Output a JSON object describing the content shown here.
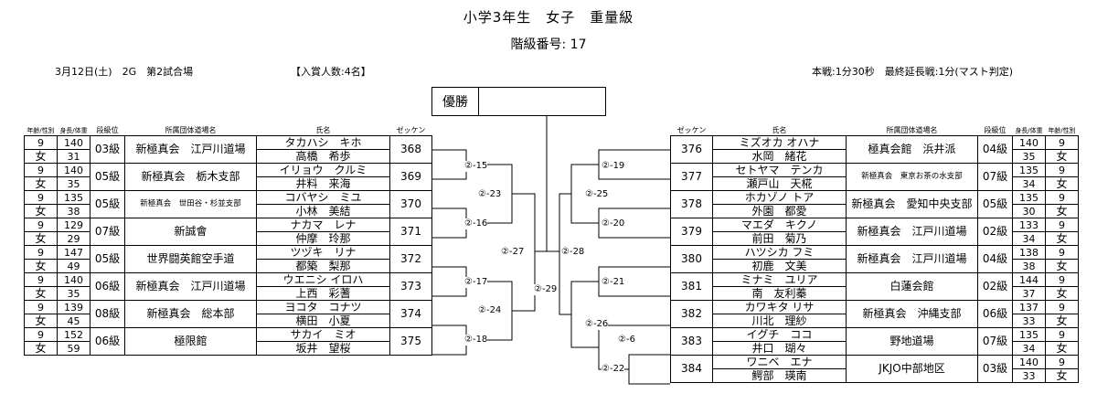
{
  "header": {
    "title": "小学3年生　女子　重量級",
    "class_no": "階級番号:  17",
    "date_line": "3月12日(土)　2G　第2試合場",
    "winners": "【入賞人数:4名】",
    "rules": "本戦:1分30秒　最終延長戦:1分(マスト判定)",
    "champion_label": "優勝"
  },
  "columns_left": {
    "age_sex": "年齢/性別",
    "body": "身長/体重",
    "rank": "段級位",
    "dojo": "所属団体道場名",
    "name": "氏名",
    "bib": "ゼッケン"
  },
  "columns_right": {
    "bib": "ゼッケン",
    "name": "氏名",
    "dojo": "所属団体道場名",
    "rank": "段級位",
    "body": "身長/体重",
    "age_sex": "年齢/性別"
  },
  "left_entries": [
    {
      "age": "9",
      "sex": "女",
      "height": "140",
      "weight": "31",
      "rank": "03級",
      "dojo": "新極真会　江戸川道場",
      "kana": "タカハシ　キホ",
      "kanji": "高橋　希歩",
      "bib": "368"
    },
    {
      "age": "9",
      "sex": "女",
      "height": "140",
      "weight": "35",
      "rank": "05級",
      "dojo": "新極真会　栃木支部",
      "kana": "イリョウ　クルミ",
      "kanji": "井料　来海",
      "bib": "369"
    },
    {
      "age": "9",
      "sex": "女",
      "height": "135",
      "weight": "38",
      "rank": "05級",
      "dojo": "新極真会　世田谷・杉並支部",
      "kana": "コバヤシ　ミユ",
      "kanji": "小林　美結",
      "bib": "370"
    },
    {
      "age": "9",
      "sex": "女",
      "height": "129",
      "weight": "29",
      "rank": "07級",
      "dojo": "新誠會",
      "kana": "ナカマ　レナ",
      "kanji": "仲摩　玲那",
      "bib": "371"
    },
    {
      "age": "9",
      "sex": "女",
      "height": "147",
      "weight": "49",
      "rank": "05級",
      "dojo": "世界闘英館空手道",
      "kana": "ツヅキ　リナ",
      "kanji": "都築　梨那",
      "bib": "372"
    },
    {
      "age": "9",
      "sex": "女",
      "height": "140",
      "weight": "35",
      "rank": "06級",
      "dojo": "新極真会　江戸川道場",
      "kana": "ウエニシ イロハ",
      "kanji": "上西　彩蓍",
      "bib": "373"
    },
    {
      "age": "9",
      "sex": "女",
      "height": "139",
      "weight": "45",
      "rank": "08級",
      "dojo": "新極真会　総本部",
      "kana": "ヨコタ　コナツ",
      "kanji": "横田　小夏",
      "bib": "374"
    },
    {
      "age": "9",
      "sex": "女",
      "height": "152",
      "weight": "59",
      "rank": "06級",
      "dojo": "極限館",
      "kana": "サカイ　ミオ",
      "kanji": "坂井　望桜",
      "bib": "375"
    }
  ],
  "right_entries": [
    {
      "bib": "376",
      "kana": "ミズオカ オハナ",
      "kanji": "水岡　緒花",
      "dojo": "極真会館　浜井派",
      "rank": "04級",
      "height": "140",
      "weight": "35",
      "age": "9",
      "sex": "女"
    },
    {
      "bib": "377",
      "kana": "セトヤマ　テンカ",
      "kanji": "瀬戸山　天椛",
      "dojo": "新極真会　東京お茶の水支部",
      "rank": "07級",
      "height": "135",
      "weight": "34",
      "age": "9",
      "sex": "女"
    },
    {
      "bib": "378",
      "kana": "ホカゾノ トア",
      "kanji": "外園　都愛",
      "dojo": "新極真会　愛知中央支部",
      "rank": "05級",
      "height": "135",
      "weight": "30",
      "age": "9",
      "sex": "女"
    },
    {
      "bib": "379",
      "kana": "マエダ　キクノ",
      "kanji": "前田　菊乃",
      "dojo": "新極真会　江戸川道場",
      "rank": "02級",
      "height": "133",
      "weight": "34",
      "age": "9",
      "sex": "女"
    },
    {
      "bib": "380",
      "kana": "ハツシカ フミ",
      "kanji": "初鹿　文美",
      "dojo": "新極真会　江戸川道場",
      "rank": "04級",
      "height": "138",
      "weight": "38",
      "age": "9",
      "sex": "女"
    },
    {
      "bib": "381",
      "kana": "ミナミ　ユリア",
      "kanji": "南　友利蓁",
      "dojo": "白蓮会館",
      "rank": "02級",
      "height": "144",
      "weight": "37",
      "age": "9",
      "sex": "女"
    },
    {
      "bib": "382",
      "kana": "カワキタ リサ",
      "kanji": "川北　理紗",
      "dojo": "新極真会　沖縄支部",
      "rank": "06級",
      "height": "137",
      "weight": "33",
      "age": "9",
      "sex": "女"
    },
    {
      "bib": "383",
      "kana": "イグチ　ココ",
      "kanji": "井口　瑚々",
      "dojo": "野地道場",
      "rank": "07級",
      "height": "135",
      "weight": "34",
      "age": "9",
      "sex": "女"
    },
    {
      "bib": "384",
      "kana": "ワニベ　エナ",
      "kanji": "鰐部　瑛南",
      "dojo": "JKJO中部地区",
      "rank": "03級",
      "height": "140",
      "weight": "33",
      "age": "9",
      "sex": "女"
    }
  ],
  "matches": {
    "m15": "②-15",
    "m16": "②-16",
    "m17": "②-17",
    "m18": "②-18",
    "m23": "②-23",
    "m24": "②-24",
    "m27": "②-27",
    "m29": "②-29",
    "m28": "②-28",
    "m19": "②-19",
    "m20": "②-20",
    "m21": "②-21",
    "m22": "②-22",
    "m25": "②-25",
    "m26": "②-26",
    "m6": "②-6"
  }
}
